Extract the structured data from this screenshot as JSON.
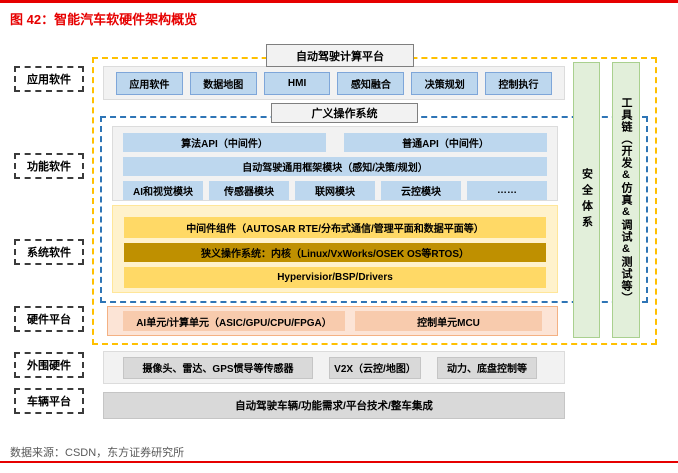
{
  "title": "图 42：智能汽车软硬件架构概览",
  "source": "数据来源：CSDN，东方证券研究所",
  "platform_label": "自动驾驶计算平台",
  "os_label": "广义操作系统",
  "left_labels": [
    "应用软件",
    "功能软件",
    "系统软件",
    "硬件平台",
    "外围硬件",
    "车辆平台"
  ],
  "app_row": [
    "应用软件",
    "数据地图",
    "HMI",
    "感知融合",
    "决策规划",
    "控制执行"
  ],
  "func": {
    "api_row": [
      "算法API（中间件）",
      "普通API（中间件）"
    ],
    "framework": "自动驾驶通用框架模块（感知/决策/规划）",
    "modules": [
      "AI和视觉模块",
      "传感器模块",
      "联网模块",
      "云控模块",
      "……"
    ]
  },
  "sys": {
    "middleware": "中间件组件（AUTOSAR RTE/分布式通信/管理平面和数据平面等）",
    "kernel": "狭义操作系统：内核（Linux/VxWorks/OSEK OS等RTOS）",
    "hypervisor": "Hypervisior/BSP/Drivers"
  },
  "hw_units": [
    "AI单元/计算单元（ASIC/GPU/CPU/FPGA）",
    "控制单元MCU"
  ],
  "peripheral": [
    "摄像头、雷达、GPS惯导等传感器",
    "V2X（云控/地图）",
    "动力、底盘控制等"
  ],
  "vehicle": "自动驾驶车辆/功能需求/平台技术/整车集成",
  "right_columns": [
    "安全体系",
    "工具链（开发&仿真&调试&测试等）"
  ],
  "colors": {
    "accent_red": "#e60000",
    "yellow_dashed": "#ffc000",
    "blue_dashed": "#2e75b6",
    "light_blue": "#bdd7ee",
    "light_yellow": "#fff2cc",
    "gold": "#ffd966",
    "dark_gold": "#bf9000",
    "pink_container": "#fce4d6",
    "salmon": "#f8cbad",
    "green_column": "#e2efda",
    "gray_box": "#d9d9d9"
  }
}
